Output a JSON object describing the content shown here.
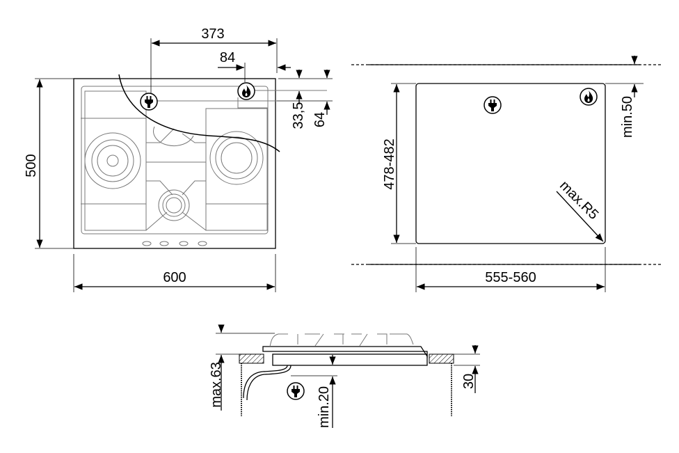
{
  "top_view": {
    "width_label": "600",
    "depth_label": "500",
    "plug_offset_label": "373",
    "gas_offset_label": "84",
    "gas_depth_label": "33,5",
    "plug_depth_label": "64"
  },
  "cutout_view": {
    "width_label": "555-560",
    "depth_label": "478-482",
    "rear_clearance_label": "min.50",
    "corner_radius_label": "max.R5"
  },
  "side_view": {
    "height_label": "max.63",
    "bottom_clearance_label": "min.20",
    "worktop_label": "30"
  },
  "icons": [
    "plug-icon",
    "gas-flame-icon"
  ]
}
